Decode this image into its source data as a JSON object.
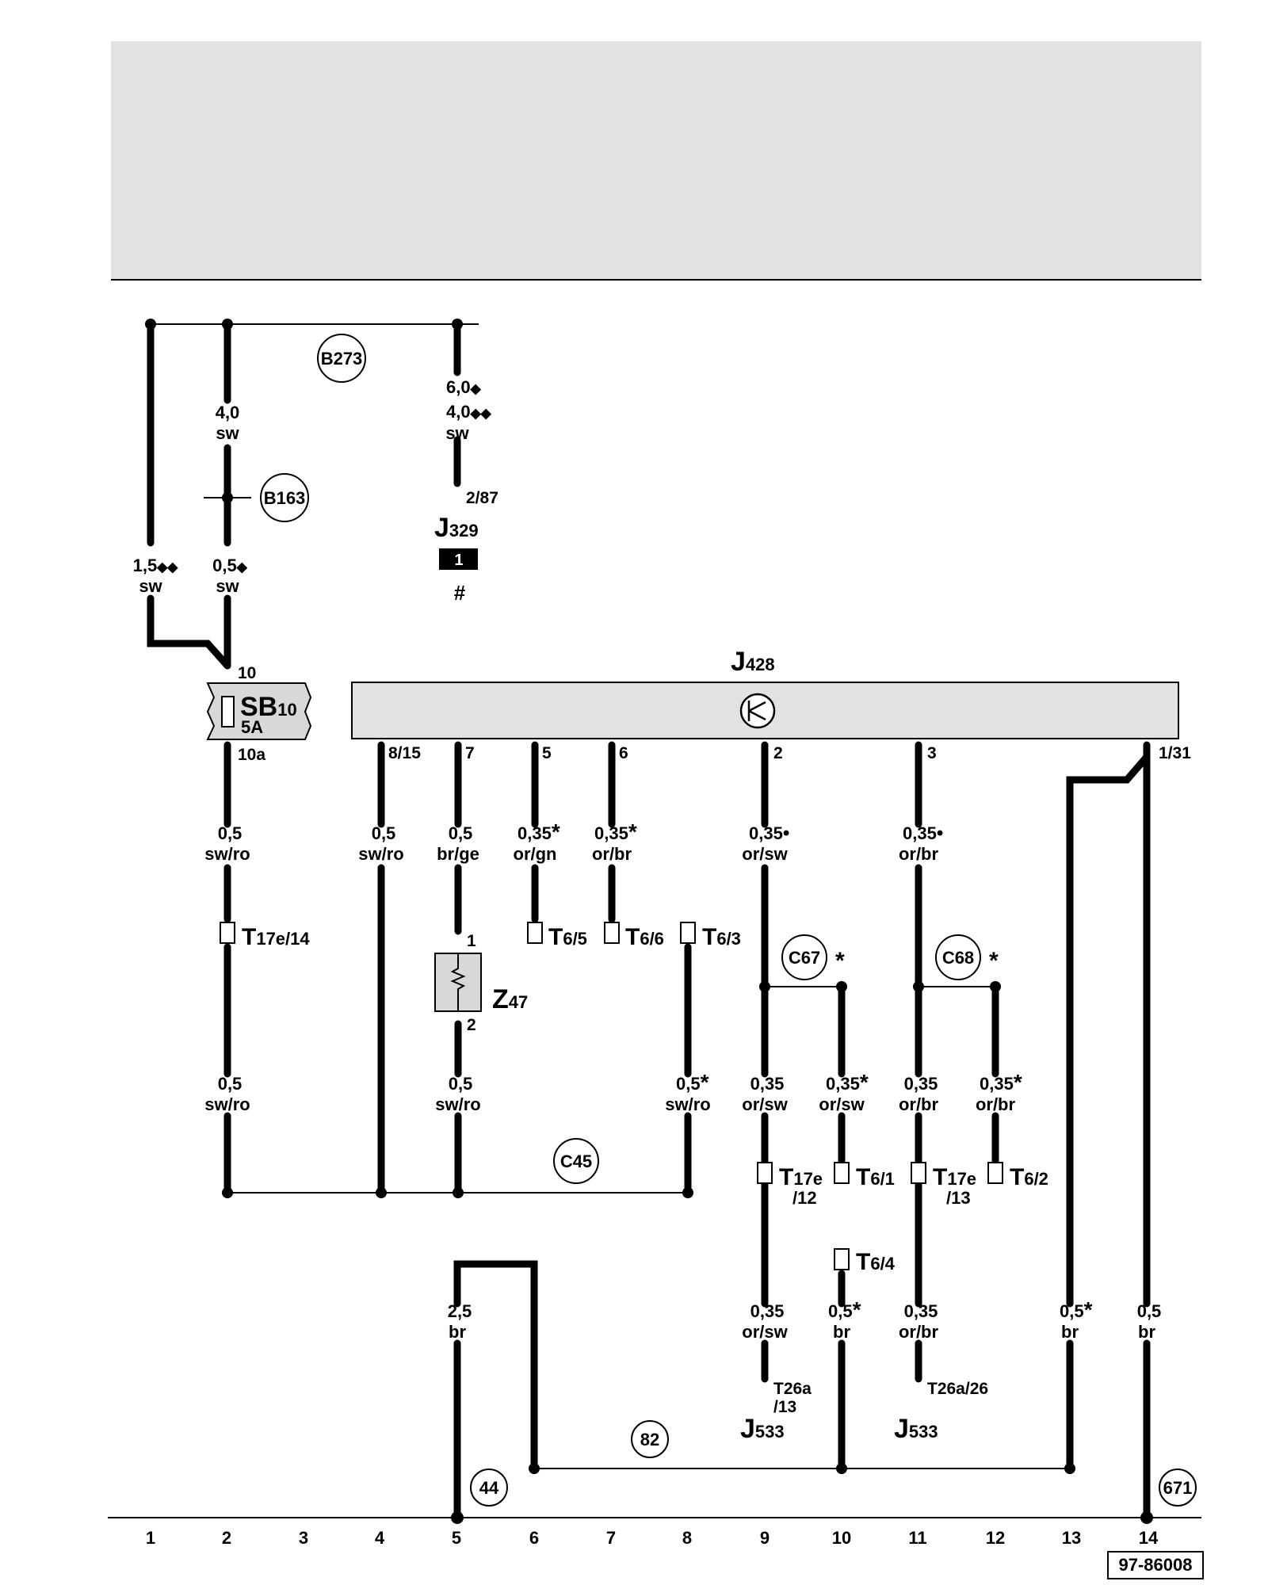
{
  "drawing_number": "97-86008",
  "columns": [
    "1",
    "2",
    "3",
    "4",
    "5",
    "6",
    "7",
    "8",
    "9",
    "10",
    "11",
    "12",
    "13",
    "14"
  ],
  "components": {
    "j428": {
      "base": "J",
      "sub": "428"
    },
    "j329": {
      "base": "J",
      "sub": "329",
      "pin": "2/87",
      "badge": "1",
      "note": "#"
    },
    "sb10": {
      "base": "SB",
      "sub": "10",
      "rating": "5A",
      "pin_top": "10",
      "pin_bottom": "10a"
    },
    "z47": {
      "base": "Z",
      "sub": "47",
      "pin1": "1",
      "pin2": "2"
    },
    "j533_a": {
      "base": "J",
      "sub": "533",
      "pin": "T26a",
      "pin2": "/13"
    },
    "j533_b": {
      "base": "J",
      "sub": "533",
      "pin": "T26a/26"
    }
  },
  "j428_pins": [
    "8/15",
    "7",
    "5",
    "6",
    "2",
    "3",
    "1/31"
  ],
  "circles": [
    "B273",
    "B163",
    "C67",
    "C68",
    "C45",
    "82",
    "44",
    "671"
  ],
  "connectors": {
    "t17e14": {
      "base": "T",
      "sub": "17e/14"
    },
    "t65": {
      "base": "T",
      "sub": "6/5"
    },
    "t66": {
      "base": "T",
      "sub": "6/6"
    },
    "t63": {
      "base": "T",
      "sub": "6/3"
    },
    "t17e12": {
      "base": "T",
      "sub": "17e",
      "sub2": "/12"
    },
    "t61": {
      "base": "T",
      "sub": "6/1"
    },
    "t17e13": {
      "base": "T",
      "sub": "17e",
      "sub2": "/13"
    },
    "t62": {
      "base": "T",
      "sub": "6/2"
    },
    "t64": {
      "base": "T",
      "sub": "6/4"
    }
  },
  "wires": {
    "c1_top": {
      "size": "1,5",
      "color": "sw",
      "mark": "◆◆"
    },
    "c2_top": {
      "size": "4,0",
      "color": "sw"
    },
    "c2_mid": {
      "size": "0,5",
      "color": "sw",
      "mark": "◆"
    },
    "c5_top_a": {
      "size": "6,0",
      "mark": "◆"
    },
    "c5_top_b": {
      "size": "4,0",
      "mark": "◆◆"
    },
    "c5_top_color": "sw",
    "c2_low": {
      "size": "0,5",
      "color": "sw/ro"
    },
    "c4": {
      "size": "0,5",
      "color": "sw/ro"
    },
    "c5_up": {
      "size": "0,5",
      "color": "br/ge"
    },
    "c6": {
      "size": "0,35",
      "color": "or/gn",
      "mark": "*"
    },
    "c7": {
      "size": "0,35",
      "color": "or/br",
      "mark": "*"
    },
    "c9_up": {
      "size": "0,35",
      "color": "or/sw",
      "mark": "•"
    },
    "c11_up": {
      "size": "0,35",
      "color": "or/br",
      "mark": "•"
    },
    "c2_bot": {
      "size": "0,5",
      "color": "sw/ro"
    },
    "c5_low": {
      "size": "0,5",
      "color": "sw/ro"
    },
    "c8": {
      "size": "0,5",
      "color": "sw/ro",
      "mark": "*"
    },
    "c9_mid": {
      "size": "0,35",
      "color": "or/sw"
    },
    "c10_mid": {
      "size": "0,35",
      "color": "or/sw",
      "mark": "*"
    },
    "c11_mid": {
      "size": "0,35",
      "color": "or/br"
    },
    "c12_mid": {
      "size": "0,35",
      "color": "or/br",
      "mark": "*"
    },
    "c5_gnd": {
      "size": "2,5",
      "color": "br"
    },
    "c9_bot": {
      "size": "0,35",
      "color": "or/sw"
    },
    "c10_bot": {
      "size": "0,5",
      "color": "br",
      "mark": "*"
    },
    "c11_bot": {
      "size": "0,35",
      "color": "or/br"
    },
    "c13": {
      "size": "0,5",
      "color": "br",
      "mark": "*"
    },
    "c14": {
      "size": "0,5",
      "color": "br"
    }
  },
  "asterisk": "*"
}
